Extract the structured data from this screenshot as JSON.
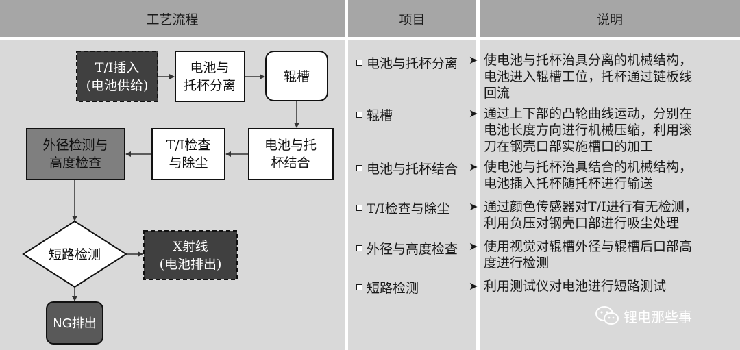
{
  "headers": {
    "process": "工艺流程",
    "item": "项目",
    "description": "说明"
  },
  "flow": {
    "ti_insert": [
      "T/I插入",
      "(电池供给)"
    ],
    "separate": [
      "电池与",
      "托杯分离"
    ],
    "groove": [
      "辊槽"
    ],
    "combine": [
      "电池与托",
      "杯结合"
    ],
    "ti_check": [
      "T/I检查",
      "与除尘"
    ],
    "od_check": [
      "外径检测与",
      "高度检查"
    ],
    "short_test": [
      "短路检测"
    ],
    "xray": [
      "X射线",
      "(电池排出)"
    ],
    "ng": [
      "NG排出"
    ]
  },
  "rows": [
    {
      "item": "电池与托杯分离",
      "desc": [
        "使电池与托杯治具分离的机械结构，",
        "电池进入辊槽工位，托杯通过链板线",
        "回流"
      ]
    },
    {
      "item": "辊槽",
      "desc": [
        "通过上下部的凸轮曲线运动，分别在",
        "电池长度方向进行机械压缩，利用滚",
        "刀在钢壳口部实施槽口的加工"
      ]
    },
    {
      "item": "电池与托杯结合",
      "desc": [
        "使电池与托杯治具结合的机械结构，",
        "电池插入托杯随托杯进行输送"
      ]
    },
    {
      "item": "T/I检查与除尘",
      "desc": [
        "通过颜色传感器对T/I进行有无检测，",
        "利用负压对钢壳口部进行吸尘处理"
      ]
    },
    {
      "item": "外径与高度检查",
      "desc": [
        "使用视觉对辊槽外径与辊槽后口部高",
        "度进行检测"
      ]
    },
    {
      "item": "短路检测",
      "desc": [
        "利用测试仪对电池进行短路测试"
      ]
    }
  ],
  "watermark": "锂电那些事"
}
